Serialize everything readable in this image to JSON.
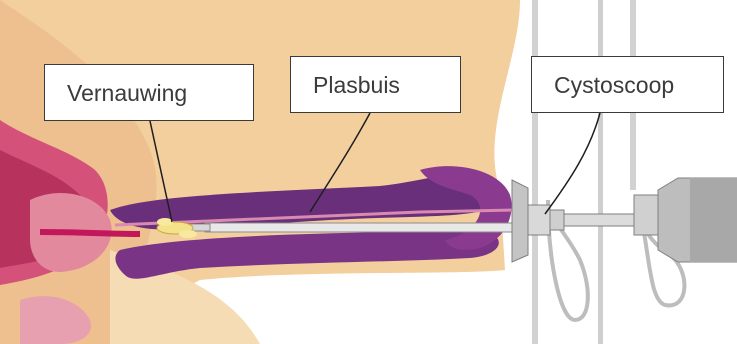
{
  "labels": {
    "vernauwing": "Vernauwing",
    "plasbuis": "Plasbuis",
    "cystoscoop": "Cystoscoop"
  },
  "colors": {
    "skin": "#f3cf9e",
    "skin_dark": "#e4b884",
    "urethra": "#6a2f7a",
    "bladder": "#c83a6a",
    "stricture": "#f3e28a",
    "instrument": "#c9c9c9"
  }
}
